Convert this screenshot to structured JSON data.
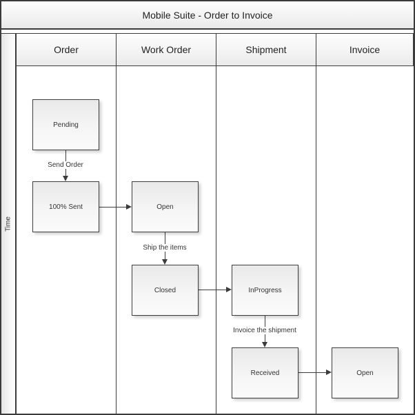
{
  "title": "Mobile Suite - Order to Invoice",
  "time_axis": {
    "label": "Time"
  },
  "lanes": [
    {
      "label": "Order"
    },
    {
      "label": "Work Order"
    },
    {
      "label": "Shipment"
    },
    {
      "label": "Invoice"
    }
  ],
  "nodes": [
    {
      "id": "pending",
      "lane": "Order",
      "label": "Pending"
    },
    {
      "id": "sent",
      "lane": "Order",
      "label": "100% Sent"
    },
    {
      "id": "wo-open",
      "lane": "Work Order",
      "label": "Open"
    },
    {
      "id": "closed",
      "lane": "Work Order",
      "label": "Closed"
    },
    {
      "id": "inprogress",
      "lane": "Shipment",
      "label": "InProgress"
    },
    {
      "id": "received",
      "lane": "Shipment",
      "label": "Received"
    },
    {
      "id": "inv-open",
      "lane": "Invoice",
      "label": "Open"
    }
  ],
  "edges": [
    {
      "from": "pending",
      "to": "sent",
      "label": "Send Order"
    },
    {
      "from": "sent",
      "to": "wo-open",
      "label": ""
    },
    {
      "from": "wo-open",
      "to": "closed",
      "label": "Ship the items"
    },
    {
      "from": "closed",
      "to": "inprogress",
      "label": ""
    },
    {
      "from": "inprogress",
      "to": "received",
      "label": "Invoice the shipment"
    },
    {
      "from": "received",
      "to": "inv-open",
      "label": ""
    }
  ],
  "colors": {
    "line": "#3c3c3c",
    "text": "#333333",
    "shape_fill_top": "#e9e9e9",
    "shape_fill_bottom": "#fbfbfb",
    "band_fill": "#f0f0f0",
    "background": "#ffffff"
  }
}
